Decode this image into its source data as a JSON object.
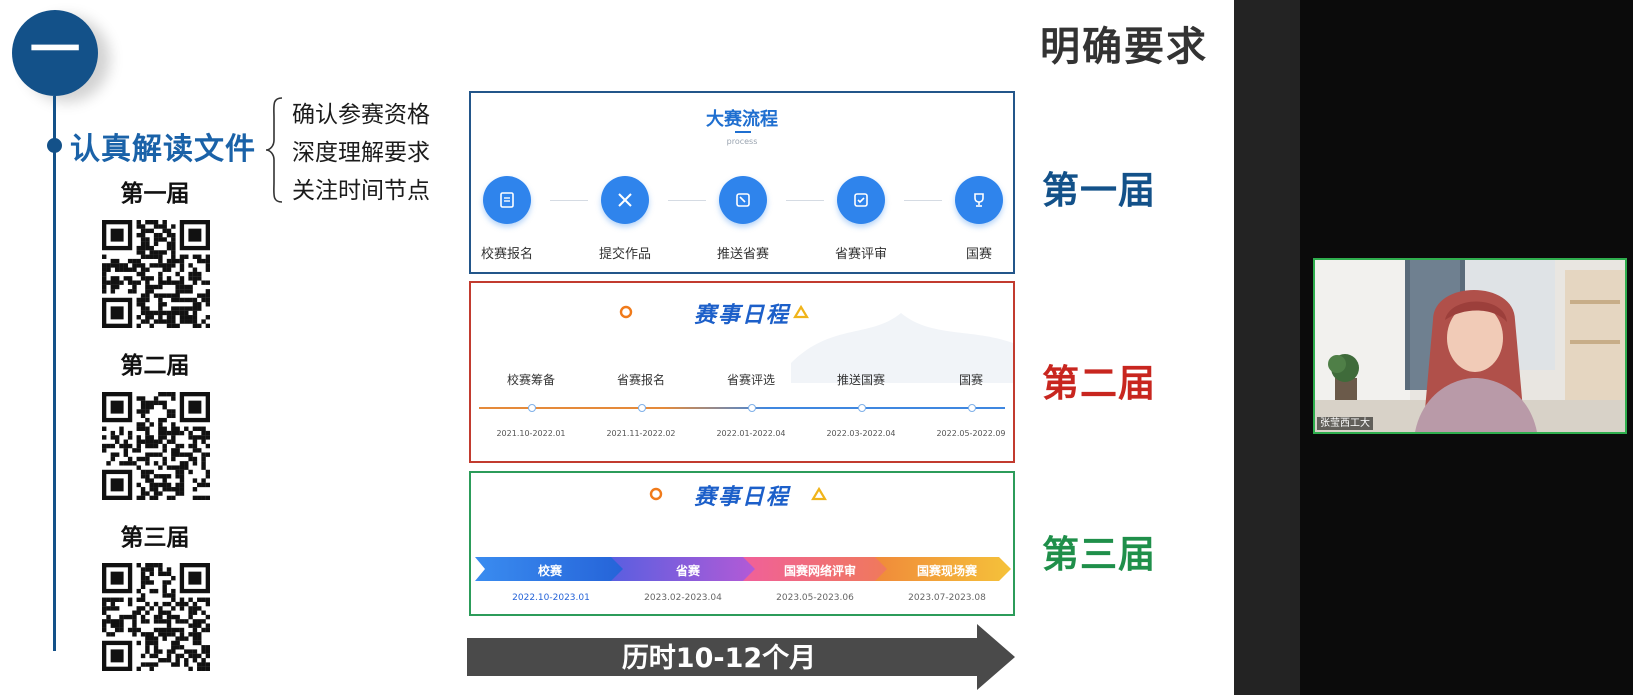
{
  "slide": {
    "badge_char": "一",
    "title": "明确要求",
    "section_heading": "认真解读文件",
    "bullets": [
      "确认参赛资格",
      "深度理解要求",
      "关注时间节点"
    ],
    "editions_left": [
      "第一届",
      "第二届",
      "第三届"
    ],
    "editions_right": [
      "第一届",
      "第二届",
      "第三届"
    ],
    "panel1": {
      "title": "大赛流程",
      "subtitle": "process",
      "steps": [
        "校赛报名",
        "提交作品",
        "推送省赛",
        "省赛评审",
        "国赛"
      ]
    },
    "panel2": {
      "title": "赛事日程",
      "stages": [
        "校赛筹备",
        "省赛报名",
        "省赛评选",
        "推送国赛",
        "国赛"
      ],
      "dates": [
        "2021.10-2022.01",
        "2021.11-2022.02",
        "2022.01-2022.04",
        "2022.03-2022.04",
        "2022.05-2022.09"
      ]
    },
    "panel3": {
      "title": "赛事日程",
      "stages": [
        "校赛",
        "省赛",
        "国赛网络评审",
        "国赛现场赛"
      ],
      "dates": [
        "2022.10-2023.01",
        "2023.02-2023.04",
        "2023.05-2023.06",
        "2023.07-2023.08"
      ]
    },
    "duration_label": "历时10-12个月"
  },
  "video": {
    "participant_name": "张莹西工大"
  },
  "colors": {
    "navy": "#135189",
    "red": "#c8261f",
    "green": "#1f8f4a",
    "accent_blue": "#2f84ec",
    "cam_border": "#2fae4e"
  }
}
